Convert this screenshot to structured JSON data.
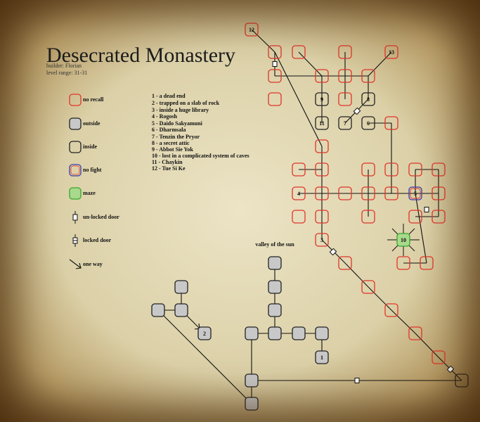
{
  "title": "Desecrated Monastery",
  "builder": "builder: Florian",
  "levels": "level range: 31-31",
  "legend": [
    {
      "label": "no recall",
      "style": "norecall"
    },
    {
      "label": "outside",
      "style": "outside"
    },
    {
      "label": "inside",
      "style": "inside"
    },
    {
      "label": "no fight",
      "style": "nofight"
    },
    {
      "label": "maze",
      "style": "maze"
    },
    {
      "label": "un-locked door",
      "style": "door"
    },
    {
      "label": "locked door",
      "style": "lockeddoor"
    },
    {
      "label": "one way",
      "style": "oneway"
    }
  ],
  "notes": [
    "1 - a dead end",
    "2 - trapped on a slab of rock",
    "3 - inside a huge library",
    "4 - Rogosh",
    "5 - Daido Sakyamuni",
    "6 - Dharmsala",
    "7 - Tenzin the Pryor",
    "8 - a secret attic",
    "9 - Abbot Sie Yok",
    "10 - lost in a complicated system of caves",
    "11 - Chaykin",
    "12 - Tue Si Ke"
  ],
  "area_label": "valley of the sun",
  "colors": {
    "norecall_border": "#e0352b",
    "nofight_border": "#3b3da8",
    "maze_border": "#35a82c",
    "maze_fill": "#a9d98c",
    "outside_fill": "#c8c8c8",
    "line": "#111111"
  },
  "room_labels": {
    "r12": "12",
    "r13": "13",
    "r9": "9",
    "r8": "8",
    "r11": "11",
    "r7": "7",
    "r6": "6",
    "r4": "4",
    "r5": "5",
    "r3": "3",
    "r10": "10",
    "r2": "2",
    "r1": "1"
  }
}
